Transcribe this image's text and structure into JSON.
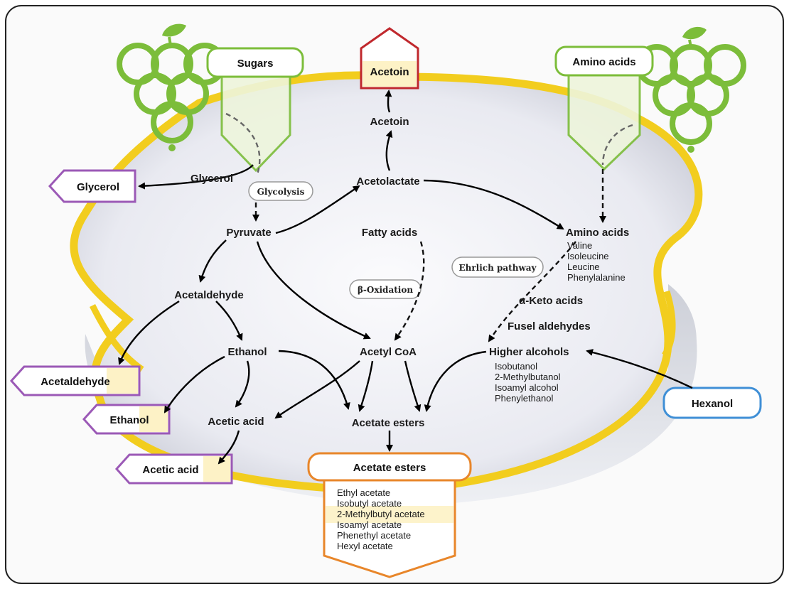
{
  "inputs": {
    "sugars": "Sugars",
    "amino_acids": "Amino acids",
    "hexanol": "Hexanol"
  },
  "outputs": {
    "acetoin": "Acetoin",
    "glycerol": "Glycerol",
    "acetaldehyde": "Acetaldehyde",
    "ethanol": "Ethanol",
    "acetic_acid": "Acetic acid",
    "acetate_esters": "Acetate esters",
    "acetate_esters_list": [
      "Ethyl acetate",
      "Isobutyl acetate",
      "2-Methylbutyl acetate",
      "Isoamyl acetate",
      "Phenethyl acetate",
      "Hexyl acetate"
    ]
  },
  "nodes": {
    "acetoin": "Acetoin",
    "acetolactate": "Acetolactate",
    "glycerol": "Glycerol",
    "pyruvate": "Pyruvate",
    "fatty_acids": "Fatty acids",
    "amino_acids": "Amino acids",
    "amino_acids_list": [
      "Valine",
      "Isoleucine",
      "Leucine",
      "Phenylalanine"
    ],
    "acetaldehyde": "Acetaldehyde",
    "alpha_keto_acids": "α-Keto acids",
    "fusel_aldehydes": "Fusel aldehydes",
    "ethanol": "Ethanol",
    "acetyl_coa": "Acetyl CoA",
    "higher_alcohols": "Higher alcohols",
    "higher_alcohols_list": [
      "Isobutanol",
      "2-Methylbutanol",
      "Isoamyl alcohol",
      "Phenylethanol"
    ],
    "acetic_acid": "Acetic acid",
    "acetate_esters": "Acetate esters"
  },
  "pathways": {
    "glycolysis": "Glycolysis",
    "beta_oxidation": "β-Oxidation",
    "ehrlich": "Ehrlich pathway"
  },
  "colors": {
    "membrane": "#f2cd1e",
    "input_green": "#7cbd3a",
    "output_purple": "#9b59b6",
    "acetoin_red": "#c0282d",
    "ester_orange": "#e8862a",
    "hexanol_blue": "#3f8fd6",
    "cell_interior": "#ecedf3"
  }
}
